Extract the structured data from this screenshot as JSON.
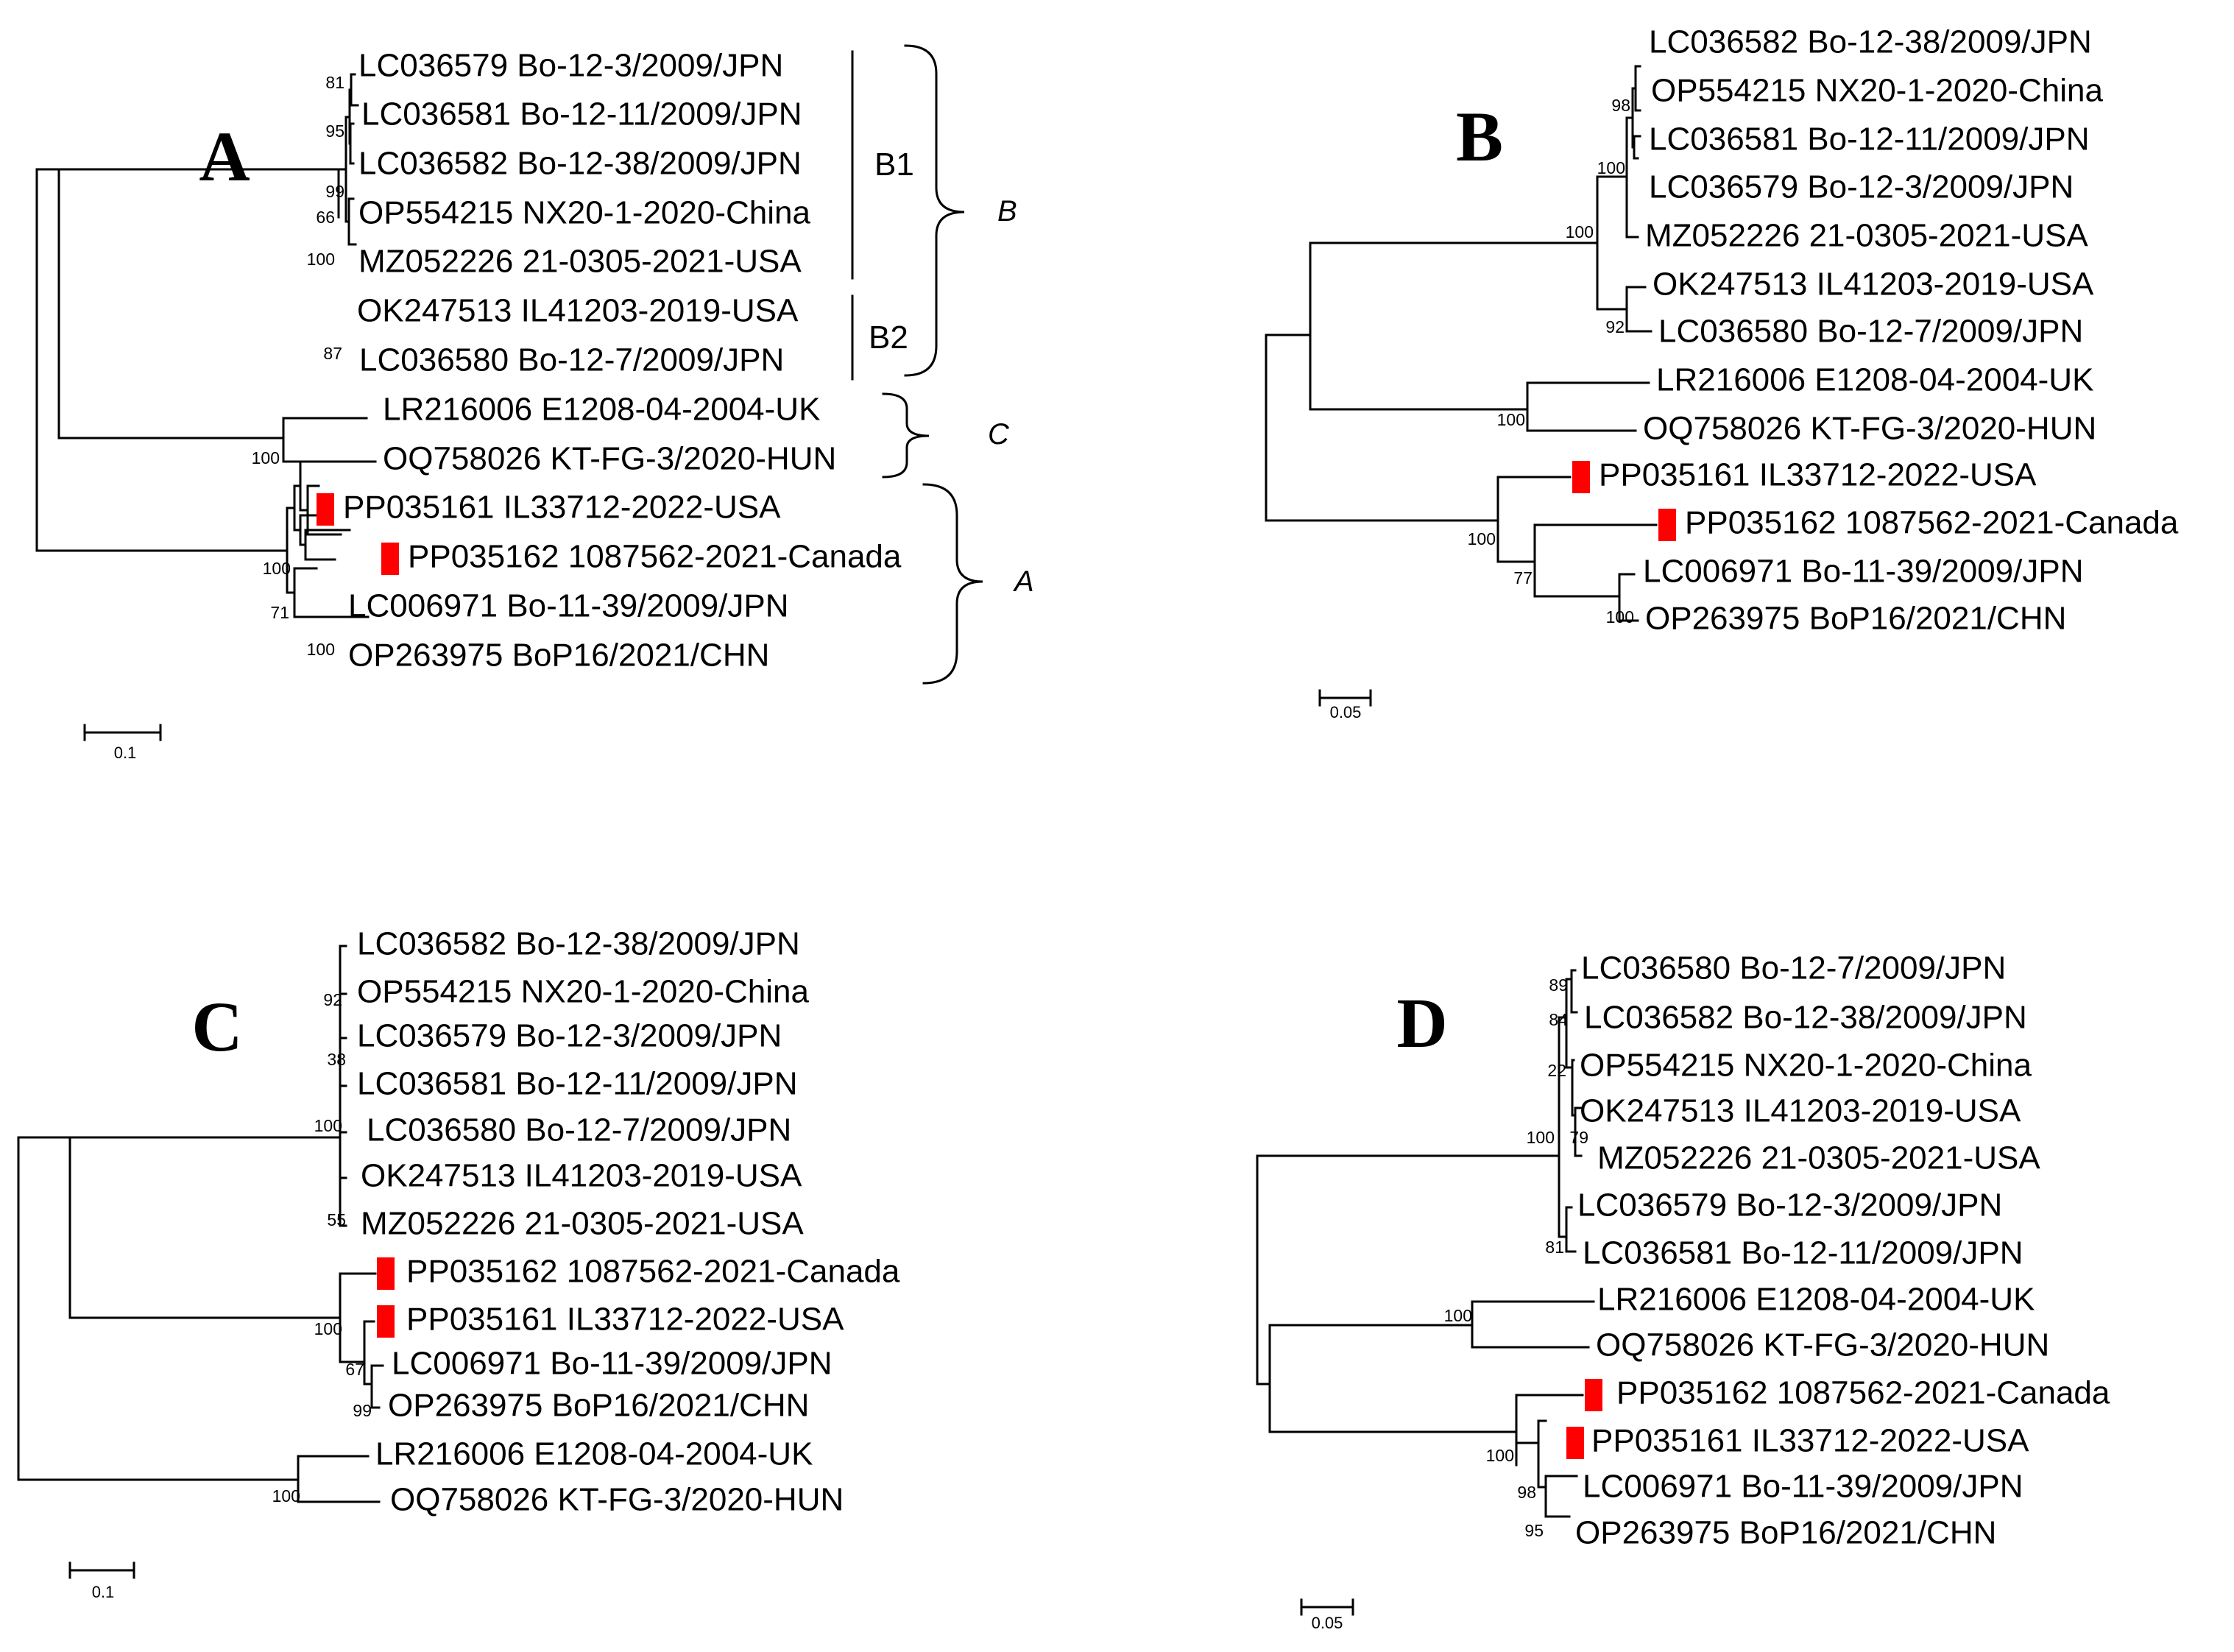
{
  "panels": [
    {
      "label": "A",
      "leaves": [
        "LC036579 Bo-12-3/2009/JPN",
        "LC036581 Bo-12-11/2009/JPN",
        "LC036582 Bo-12-38/2009/JPN",
        "OP554215 NX20-1-2020-China",
        "MZ052226 21-0305-2021-USA",
        "OK247513 IL41203-2019-USA",
        "LC036580 Bo-12-7/2009/JPN",
        "LR216006 E1208-04-2004-UK",
        "OQ758026 KT-FG-3/2020-HUN",
        "PP035161 IL33712-2022-USA",
        "PP035162 1087562-2021-Canada",
        "LC006971 Bo-11-39/2009/JPN",
        "OP263975 BoP16/2021/CHN"
      ],
      "bootstraps": [
        "81",
        "95",
        "99",
        "66",
        "100",
        "87",
        "100",
        "100",
        "71",
        "100"
      ],
      "subclades": [
        "B1",
        "B2"
      ],
      "clades": [
        "B",
        "C",
        "A"
      ],
      "scale": "0.1",
      "highlighted": [
        "PP035161 IL33712-2022-USA",
        "PP035162 1087562-2021-Canada"
      ]
    },
    {
      "label": "B",
      "leaves": [
        "LC036582 Bo-12-38/2009/JPN",
        "OP554215 NX20-1-2020-China",
        "LC036581 Bo-12-11/2009/JPN",
        "LC036579 Bo-12-3/2009/JPN",
        "MZ052226 21-0305-2021-USA",
        "OK247513 IL41203-2019-USA",
        "LC036580 Bo-12-7/2009/JPN",
        "LR216006 E1208-04-2004-UK",
        "OQ758026 KT-FG-3/2020-HUN",
        "PP035161 IL33712-2022-USA",
        "PP035162 1087562-2021-Canada",
        "LC006971 Bo-11-39/2009/JPN",
        "OP263975 BoP16/2021/CHN"
      ],
      "bootstraps": [
        "98",
        "100",
        "100",
        "92",
        "100",
        "100",
        "77",
        "100"
      ],
      "scale": "0.05",
      "highlighted": [
        "PP035161 IL33712-2022-USA",
        "PP035162 1087562-2021-Canada"
      ]
    },
    {
      "label": "C",
      "leaves": [
        "LC036582 Bo-12-38/2009/JPN",
        "OP554215 NX20-1-2020-China",
        "LC036579 Bo-12-3/2009/JPN",
        "LC036581 Bo-12-11/2009/JPN",
        "LC036580 Bo-12-7/2009/JPN",
        "OK247513 IL41203-2019-USA",
        "MZ052226 21-0305-2021-USA",
        "PP035162 1087562-2021-Canada",
        "PP035161 IL33712-2022-USA",
        "LC006971 Bo-11-39/2009/JPN",
        "OP263975 BoP16/2021/CHN",
        "LR216006 E1208-04-2004-UK",
        "OQ758026 KT-FG-3/2020-HUN"
      ],
      "bootstraps": [
        "92",
        "38",
        "100",
        "55",
        "100",
        "67",
        "99",
        "100"
      ],
      "scale": "0.1",
      "highlighted": [
        "PP035162 1087562-2021-Canada",
        "PP035161 IL33712-2022-USA"
      ]
    },
    {
      "label": "D",
      "leaves": [
        "LC036580 Bo-12-7/2009/JPN",
        "LC036582 Bo-12-38/2009/JPN",
        "OP554215 NX20-1-2020-China",
        "OK247513 IL41203-2019-USA",
        "MZ052226 21-0305-2021-USA",
        "LC036579 Bo-12-3/2009/JPN",
        "LC036581 Bo-12-11/2009/JPN",
        "LR216006 E1208-04-2004-UK",
        "OQ758026 KT-FG-3/2020-HUN",
        "PP035162 1087562-2021-Canada",
        "PP035161 IL33712-2022-USA",
        "LC006971 Bo-11-39/2009/JPN",
        "OP263975 BoP16/2021/CHN"
      ],
      "bootstraps": [
        "89",
        "84",
        "22",
        "100",
        "79",
        "81",
        "100",
        "100",
        "98",
        "95"
      ],
      "scale": "0.05",
      "highlighted": [
        "PP035162 1087562-2021-Canada",
        "PP035161 IL33712-2022-USA"
      ]
    }
  ]
}
